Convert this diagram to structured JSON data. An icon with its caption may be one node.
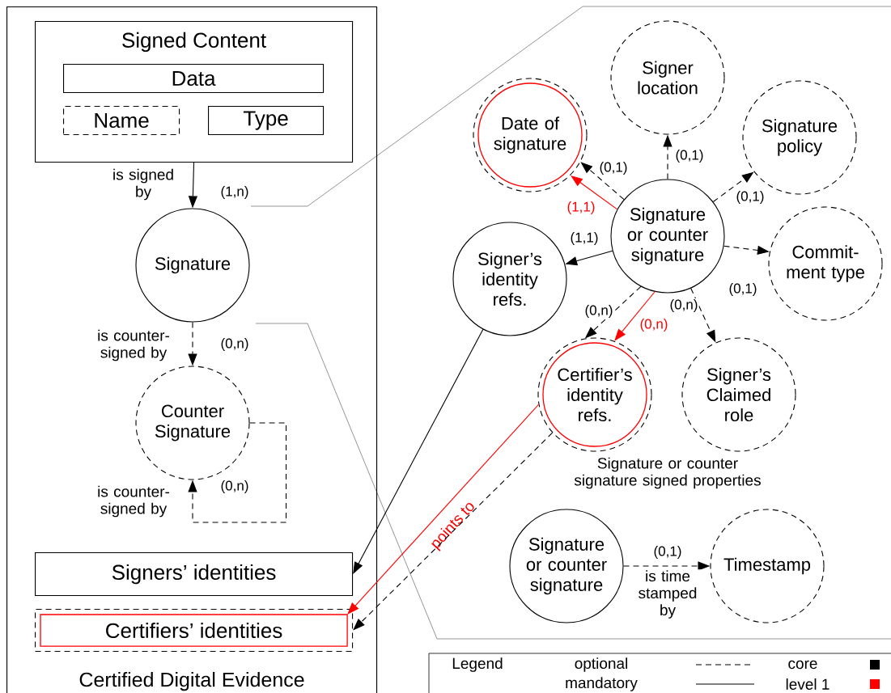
{
  "diagram": {
    "nodes": [
      {
        "text": [
          "Certified Digital Evidence"
        ]
      },
      {
        "text": [
          "Signed Content"
        ],
        "in": 0
      },
      {
        "text": [
          "Data"
        ],
        "in": 1
      },
      {
        "text": [
          "Name"
        ],
        "in": 1
      },
      {
        "text": [
          "Type"
        ],
        "in": 1
      },
      {
        "text": [
          "Signature"
        ],
        "in": 0
      },
      {
        "text": [
          "Counter Signature"
        ],
        "in": 0
      },
      {
        "text": [
          "Signers’ identities"
        ],
        "in": 0
      },
      {
        "text": [
          "Certifiers’ identities"
        ],
        "in": 0
      },
      {
        "text": [
          "Signer location"
        ]
      },
      {
        "text": [
          "Date of signature"
        ]
      },
      {
        "text": [
          "Signature policy"
        ]
      },
      {
        "text": [
          "Signature or counter signature"
        ]
      },
      {
        "text": [
          "Signer’s identity refs."
        ]
      },
      {
        "text": [
          "Commit-ment type"
        ]
      },
      {
        "text": [
          "Certifier’s identity refs."
        ]
      },
      {
        "text": [
          "Signer’s Claimed role"
        ]
      },
      {
        "text": [
          "Signature or counter signature"
        ]
      },
      {
        "text": [
          "Timestamp"
        ]
      }
    ],
    "edges": [
      {
        "from": 1,
        "to": 5,
        "arrow": "to",
        "label": "is signed by"
      },
      {
        "from": 5,
        "to": 6,
        "arrow": "to",
        "style": "dashed",
        "label": "is counter-signed by"
      },
      {
        "from": 6,
        "to": 6,
        "arrow": "to",
        "style": "dashed",
        "label": "is counter-signed by"
      },
      {
        "from": 12,
        "to": 10,
        "arrow": "to",
        "style": "dashed",
        "label": "(0,1)"
      },
      {
        "from": 12,
        "to": 10,
        "arrow": "to",
        "color": "#ff0000",
        "label": "(1,1)"
      },
      {
        "from": 12,
        "to": 9,
        "arrow": "to",
        "style": "dashed",
        "label": "(0,1)"
      },
      {
        "from": 12,
        "to": 11,
        "arrow": "to",
        "style": "dashed",
        "label": "(0,1)"
      },
      {
        "from": 12,
        "to": 13,
        "arrow": "to",
        "label": "(1,1)"
      },
      {
        "from": 12,
        "to": 14,
        "arrow": "to",
        "style": "dashed",
        "label": "(0,1)"
      },
      {
        "from": 12,
        "to": 15,
        "arrow": "to",
        "style": "dashed",
        "label": "(0,n)"
      },
      {
        "from": 12,
        "to": 15,
        "arrow": "to",
        "color": "#ff0000",
        "label": "(0,n)"
      },
      {
        "from": 12,
        "to": 16,
        "arrow": "to",
        "style": "dashed",
        "label": "(0,n)"
      },
      {
        "from": 13,
        "to": 7,
        "arrow": "to"
      },
      {
        "from": 15,
        "to": 8,
        "arrow": "to",
        "color": "#ff0000",
        "label": "points to"
      },
      {
        "from": 15,
        "to": 8,
        "arrow": "to",
        "style": "dashed"
      },
      {
        "from": 17,
        "to": 18,
        "arrow": "to",
        "style": "dashed",
        "label": "is time stamped by"
      }
    ],
    "labels": [
      "(1,n)",
      "(0,n)",
      "(0,n)",
      "Signature or counter signature signed properties",
      "(0,1)",
      "Legend"
    ],
    "legend": [
      {
        "text": "optional"
      },
      {
        "text": "mandatory"
      },
      {
        "text": "core",
        "color": "#000000"
      },
      {
        "text": "level 1",
        "color": "#ff0000"
      }
    ]
  }
}
